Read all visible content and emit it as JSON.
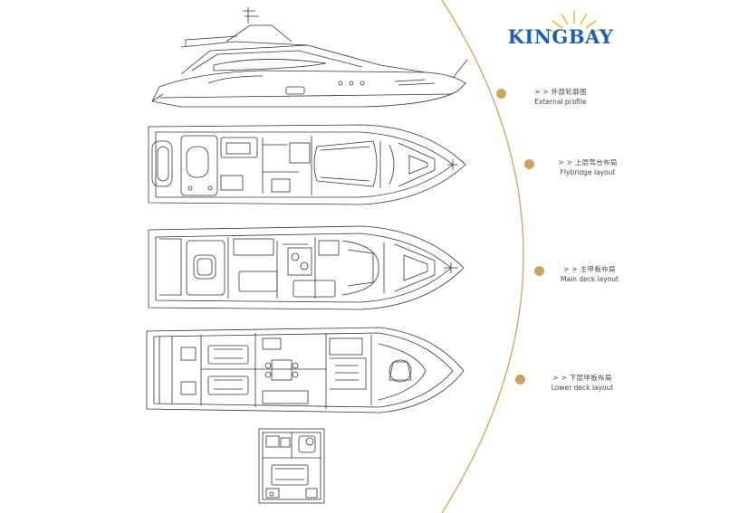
{
  "brand": {
    "name": "KINGBAY",
    "color": "#1f5fae",
    "sun_color": "#f2b223"
  },
  "accent_color": "#c9a462",
  "sections": [
    {
      "zh": "> > 外部轮廓图",
      "en": "External profile"
    },
    {
      "zh": "> > 上层驾台布局",
      "en": "Flybridge layout"
    },
    {
      "zh": "> > 主甲板布局",
      "en": "Main deck layout"
    },
    {
      "zh": "> > 下层甲板布局",
      "en": "Lower deck layout"
    }
  ]
}
